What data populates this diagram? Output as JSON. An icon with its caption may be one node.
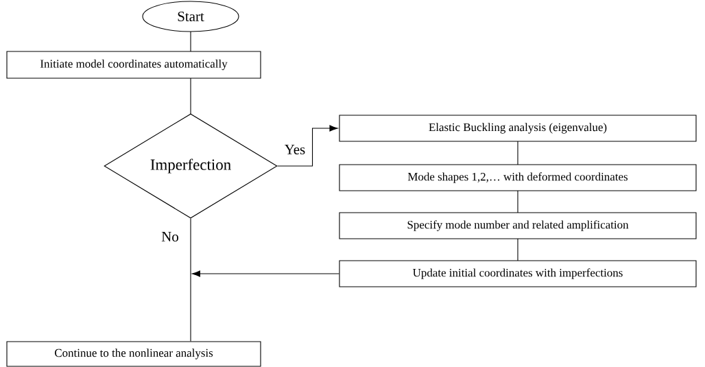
{
  "diagram": {
    "nodes": [
      {
        "text": [
          "Start"
        ]
      },
      {
        "text": [
          "Initiate model coordinates automatically"
        ]
      },
      {
        "text": [
          "Imperfection"
        ]
      },
      {
        "text": [
          "Elastic Buckling analysis (eigenvalue)"
        ]
      },
      {
        "text": [
          "Mode shapes 1,2,… with deformed coordinates"
        ]
      },
      {
        "text": [
          "Specify mode number and related amplification"
        ]
      },
      {
        "text": [
          "Update initial coordinates with imperfections"
        ]
      },
      {
        "text": [
          "Continue to the nonlinear analysis"
        ]
      }
    ],
    "edges": [
      {
        "from": 0,
        "to": 1,
        "arrow": "none"
      },
      {
        "from": 1,
        "to": 2,
        "arrow": "none"
      },
      {
        "from": 2,
        "to": 3,
        "arrow": "to",
        "label": "Yes"
      },
      {
        "from": 3,
        "to": 4,
        "arrow": "none"
      },
      {
        "from": 4,
        "to": 5,
        "arrow": "none"
      },
      {
        "from": 5,
        "to": 6,
        "arrow": "none"
      },
      {
        "from": 2,
        "to": 7,
        "arrow": "none",
        "label": "No"
      },
      {
        "from": 6,
        "to": null,
        "arrow": "to"
      }
    ]
  }
}
